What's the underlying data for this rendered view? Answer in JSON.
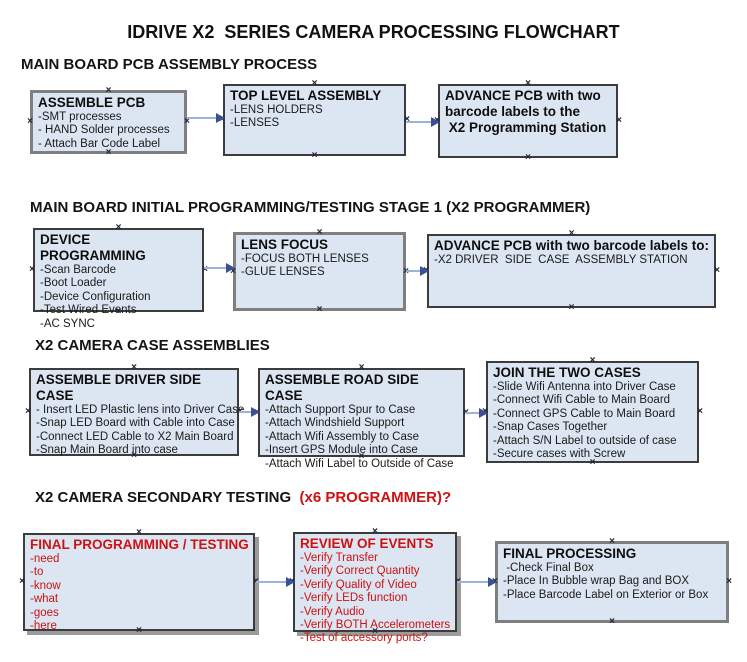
{
  "title": "IDRIVE X2  SERIES CAMERA PROCESSING FLOWCHART",
  "colors": {
    "box_fill": "#dce6f2",
    "box_border": "#3c3c3c",
    "arrow_line": "#9cb3d6",
    "arrow_head": "#3a5095",
    "alert_red": "#cc1212"
  },
  "sections": [
    {
      "header": "MAIN BOARD PCB ASSEMBLY PROCESS",
      "boxes": [
        {
          "title": "ASSEMBLE PCB",
          "lines": [
            "-SMT processes",
            "- HAND Solder processes",
            "- Attach Bar Code Label"
          ]
        },
        {
          "title": "TOP LEVEL ASSEMBLY",
          "lines": [
            "-LENS HOLDERS",
            "-LENSES"
          ]
        },
        {
          "title": "ADVANCE PCB with two barcode labels to the\n X2 Programming Station",
          "lines": []
        }
      ]
    },
    {
      "header": "MAIN BOARD INITIAL PROGRAMMING/TESTING STAGE 1 (X2 PROGRAMMER)",
      "boxes": [
        {
          "title": "DEVICE PROGRAMMING",
          "lines": [
            "-Scan Barcode",
            "-Boot Loader",
            "-Device Configuration",
            "-Test Wired Events",
            "-AC SYNC"
          ]
        },
        {
          "title": "LENS FOCUS",
          "lines": [
            "-FOCUS BOTH LENSES",
            "-GLUE LENSES"
          ]
        },
        {
          "title": "ADVANCE PCB with two barcode labels to:",
          "lines": [
            "-X2 DRIVER  SIDE  CASE  ASSEMBLY STATION"
          ]
        }
      ]
    },
    {
      "header": "X2 CAMERA CASE ASSEMBLIES",
      "boxes": [
        {
          "title": "ASSEMBLE DRIVER SIDE CASE",
          "lines": [
            "- Insert LED Plastic lens into Driver Case",
            "-Snap LED Board with Cable into Case",
            "-Connect LED Cable to X2 Main Board",
            "-Snap Main Board into case"
          ]
        },
        {
          "title": "ASSEMBLE ROAD SIDE CASE",
          "lines": [
            "-Attach Support Spur to Case",
            "-Attach Windshield Support",
            "-Attach Wifi Assembly to Case",
            "-Insert GPS Module into Case",
            "-Attach Wifi Label to Outside of Case"
          ]
        },
        {
          "title": "JOIN THE TWO CASES",
          "lines": [
            "-Slide Wifi Antenna into Driver Case",
            "-Connect Wifi Cable to Main Board",
            "-Connect GPS Cable to Main Board",
            "-Snap Cases Together",
            "-Attach S/N Label to outside of case",
            "-Secure cases with Screw"
          ]
        }
      ]
    },
    {
      "header": "X2 CAMERA SECONDARY TESTING ",
      "header_red": " (x6 PROGRAMMER)?",
      "boxes": [
        {
          "title": "FINAL PROGRAMMING / TESTING",
          "lines": [
            "-need",
            "-to",
            "-know",
            "-what",
            "-goes",
            "-here"
          ]
        },
        {
          "title": "REVIEW OF EVENTS",
          "lines": [
            "-Verify Transfer",
            "-Verify Correct Quantity",
            "-Verify Quality of Video",
            "-Verify LEDs function",
            "-Verify Audio",
            "-Verify BOTH Accelerometers",
            "-Test of accessory ports?"
          ]
        },
        {
          "title": "FINAL PROCESSING",
          "lines": [
            " -Check Final Box",
            "-Place In Bubble wrap Bag and BOX",
            "-Place Barcode Label on Exterior or Box"
          ]
        }
      ]
    }
  ]
}
